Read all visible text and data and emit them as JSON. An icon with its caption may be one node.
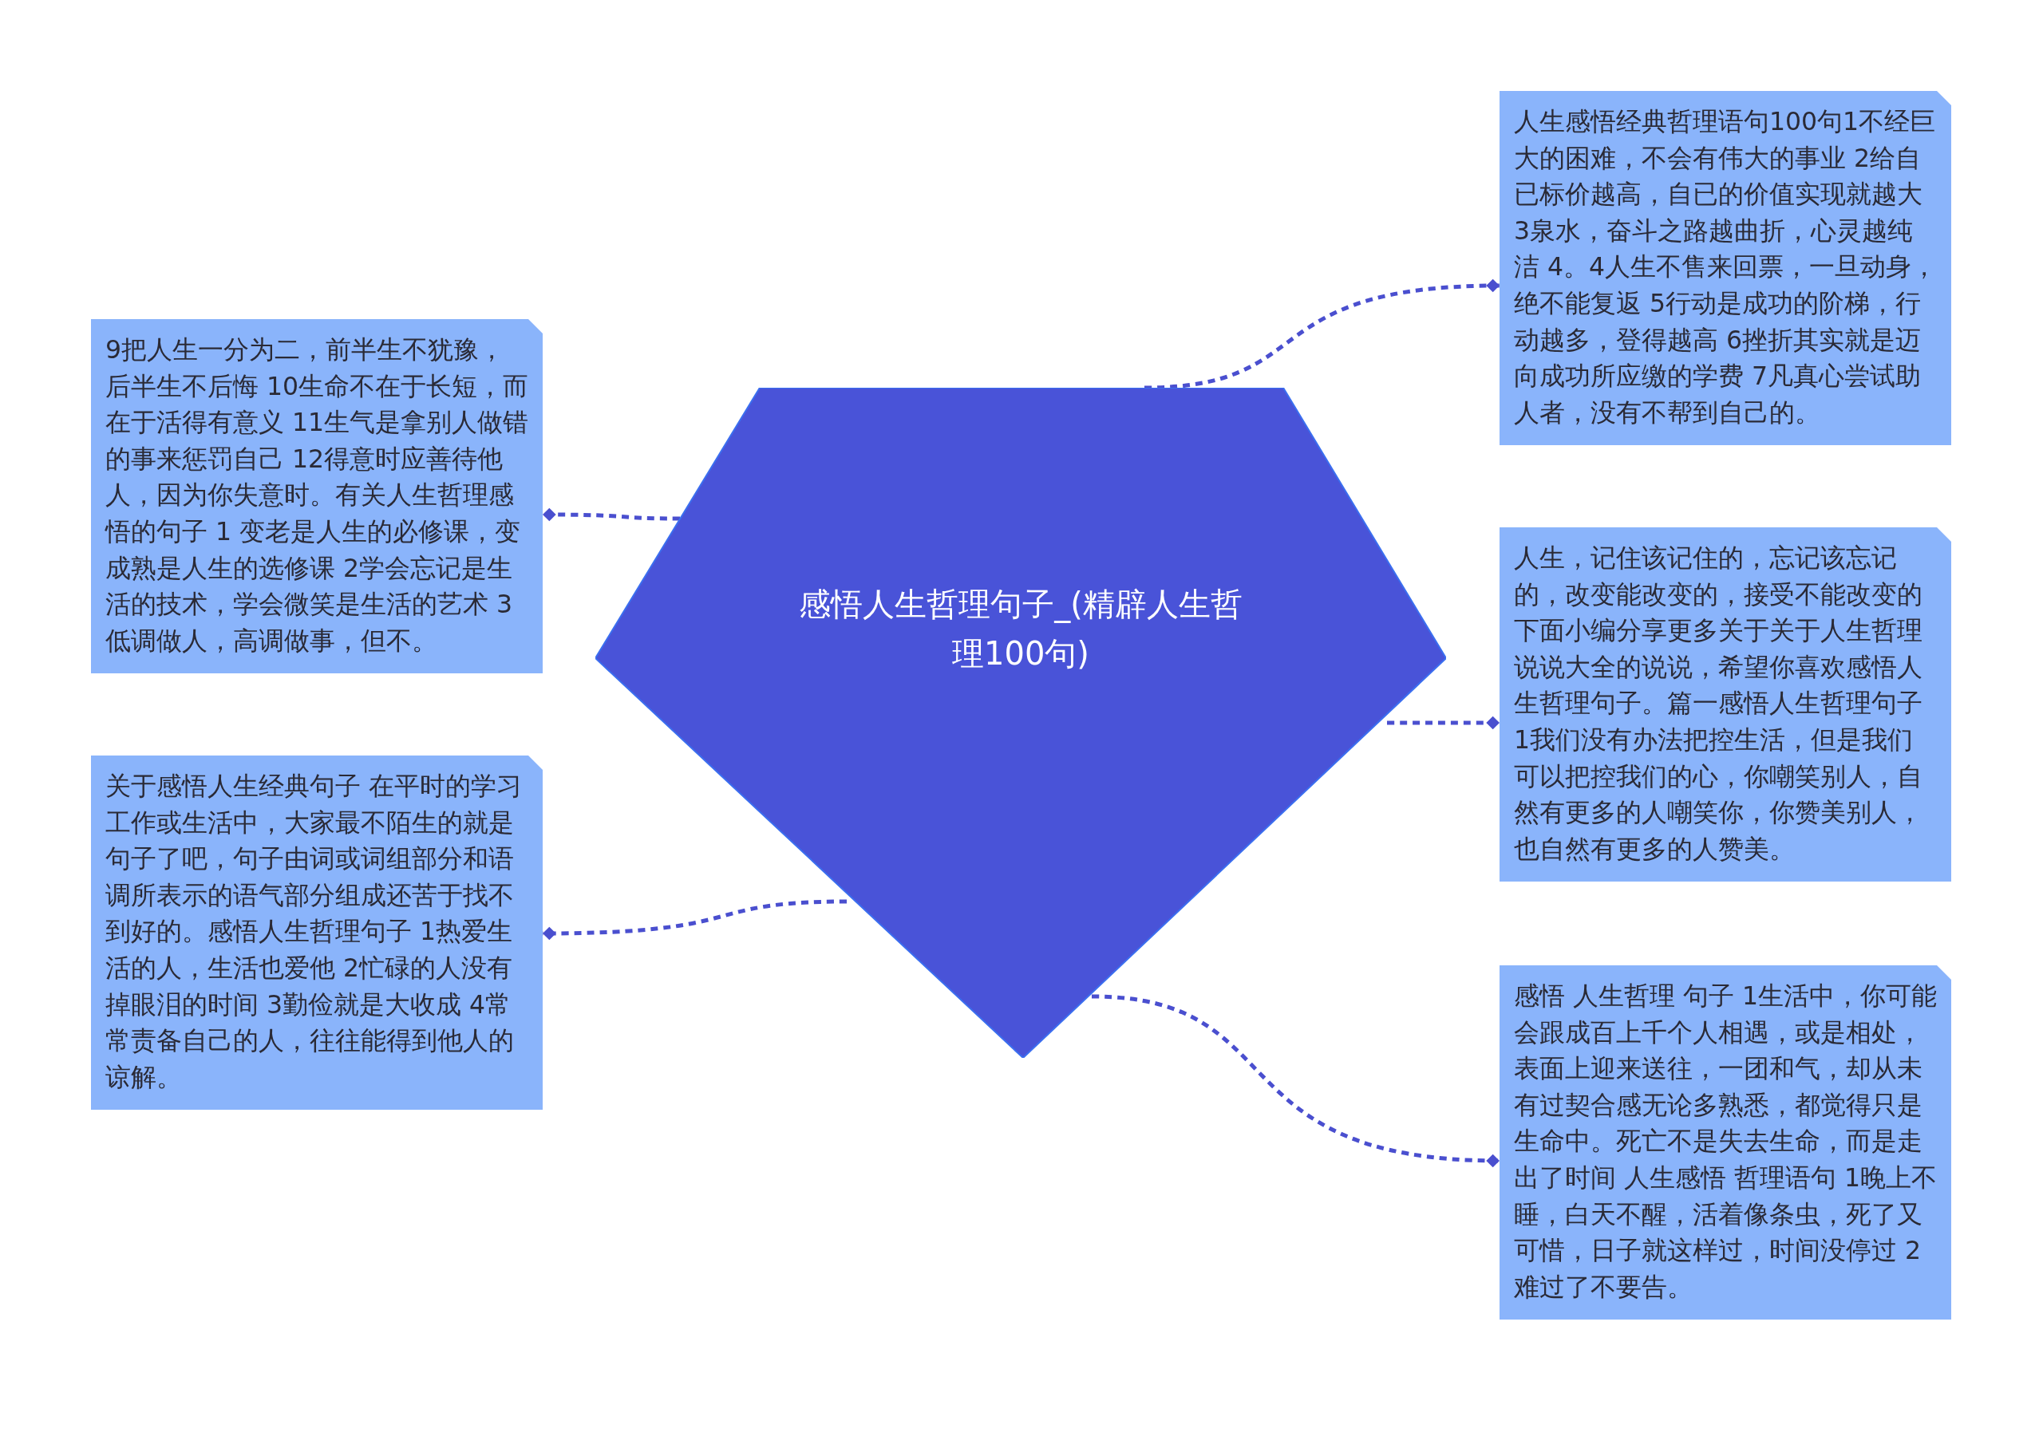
{
  "diagram": {
    "nodes": [
      {
        "text": [
          "感悟人生哲理句子_(精辟人生哲理100句)"
        ]
      },
      {
        "text": [
          "人生感悟经典哲理语句100句1不经巨大的困难，不会有伟大的事业 2给自已标价越高，自已的价值实现就越大 3泉水，奋斗之路越曲折，心灵越纯洁 4。4人生不售来回票，一旦动身，绝不能复返 5行动是成功的阶梯，行动越多，登得越高 6挫折其实就是迈向成功所应缴的学费 7凡真心尝试助人者，没有不帮到自己的。"
        ]
      },
      {
        "text": [
          "人生，记住该记住的，忘记该忘记的，改变能改变的，接受不能改变的下面小编分享更多关于关于人生哲理说说大全的说说，希望你喜欢感悟人生哲理句子。篇一感悟人生哲理句子 1我们没有办法把控生活，但是我们可以把控我们的心，你嘲笑别人，自然有更多的人嘲笑你，你赞美别人，也自然有更多的人赞美。"
        ]
      },
      {
        "text": [
          "感悟 人生哲理 句子 1生活中，你可能会跟成百上千个人相遇，或是相处，表面上迎来送往，一团和气，却从未有过契合感无论多熟悉，都觉得只是生命中。死亡不是失去生命，而是走出了时间 人生感悟 哲理语句 1晚上不睡，白天不醒，活着像条虫，死了又可惜，日子就这样过，时间没停过 2难过了不要告。"
        ]
      },
      {
        "text": [
          "9把人生一分为二，前半生不犹豫，后半生不后悔 10生命不在于长短，而在于活得有意义 11生气是拿别人做错的事来惩罚自己 12得意时应善待他人，因为你失意时。有关人生哲理感悟的句子 1 变老是人生的必修课，变成熟是人生的选修课 2学会忘记是生活的技术，学会微笑是生活的艺术 3 低调做人，高调做事，但不。"
        ]
      },
      {
        "text": [
          "关于感悟人生经典句子 在平时的学习工作或生活中，大家最不陌生的就是句子了吧，句子由词或词组部分和语调所表示的语气部分组成还苦于找不到好的。感悟人生哲理句子 1热爱生活的人，生活也爱他 2忙碌的人没有掉眼泪的时间 3勤俭就是大收成 4常常责备自己的人，往往能得到他人的谅解。"
        ]
      }
    ],
    "edges": [
      {
        "from": 0,
        "to": 1,
        "arrow": "other",
        "style": "dashed"
      },
      {
        "from": 0,
        "to": 2,
        "arrow": "other",
        "style": "dashed"
      },
      {
        "from": 0,
        "to": 3,
        "arrow": "other",
        "style": "dashed"
      },
      {
        "from": 0,
        "to": 4,
        "arrow": "other",
        "style": "dashed"
      },
      {
        "from": 0,
        "to": 5,
        "arrow": "other",
        "style": "dashed"
      }
    ]
  }
}
